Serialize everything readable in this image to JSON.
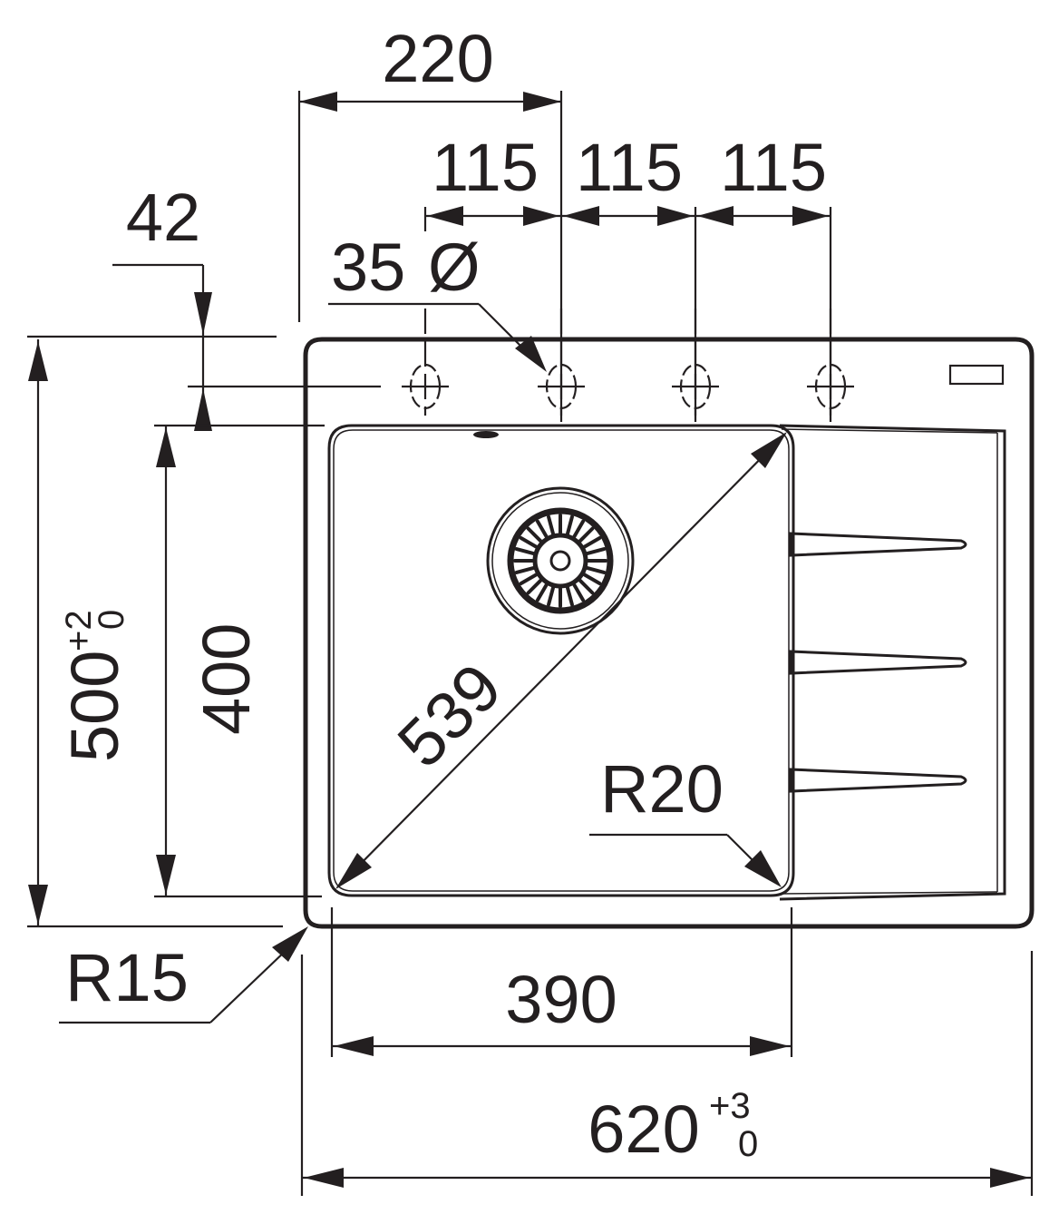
{
  "title": "Kitchen sink dimension drawing",
  "colors": {
    "ink": "#231f20",
    "background": "#ffffff"
  },
  "dimensions": {
    "tap_hole_offset": "220",
    "tap_hole_spacing_1": "115",
    "tap_hole_spacing_2": "115",
    "tap_hole_spacing_3": "115",
    "tap_hole_edge_distance": "42",
    "tap_hole_diameter": "35",
    "diameter_symbol": "Ø",
    "overall_depth": "500",
    "overall_depth_tol_upper": "+2",
    "overall_depth_tol_lower": "0",
    "bowl_depth": "400",
    "bowl_diagonal": "539",
    "bowl_corner_radius": "R20",
    "outer_corner_radius": "R15",
    "bowl_width": "390",
    "overall_width": "620",
    "overall_width_tol_upper": "+3",
    "overall_width_tol_lower": "0"
  },
  "features": {
    "tap_holes": 4,
    "drainer_ribs": 3,
    "overflow_slot": true,
    "strainer_waste": true
  }
}
